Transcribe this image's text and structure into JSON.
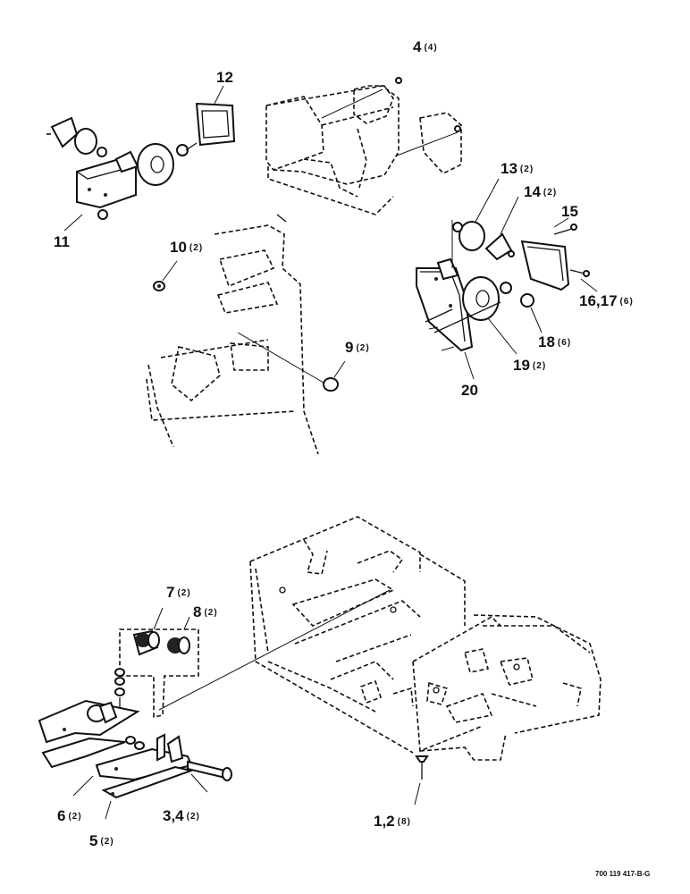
{
  "callouts": [
    {
      "num": "12",
      "qty": ""
    },
    {
      "num": "4",
      "qty": "(4)"
    },
    {
      "num": "11",
      "qty": ""
    },
    {
      "num": "10",
      "qty": "(2)"
    },
    {
      "num": "13",
      "qty": "(2)"
    },
    {
      "num": "14",
      "qty": "(2)"
    },
    {
      "num": "15",
      "qty": ""
    },
    {
      "num": "16,17",
      "qty": "(6)"
    },
    {
      "num": "18",
      "qty": "(6)"
    },
    {
      "num": "19",
      "qty": "(2)"
    },
    {
      "num": "20",
      "qty": ""
    },
    {
      "num": "9",
      "qty": "(2)"
    },
    {
      "num": "7",
      "qty": "(2)"
    },
    {
      "num": "8",
      "qty": "(2)"
    },
    {
      "num": "6",
      "qty": "(2)"
    },
    {
      "num": "5",
      "qty": "(2)"
    },
    {
      "num": "3,4",
      "qty": "(2)"
    },
    {
      "num": "1,2",
      "qty": "(8)"
    }
  ],
  "drawing_code": "700 119 417-B-G"
}
